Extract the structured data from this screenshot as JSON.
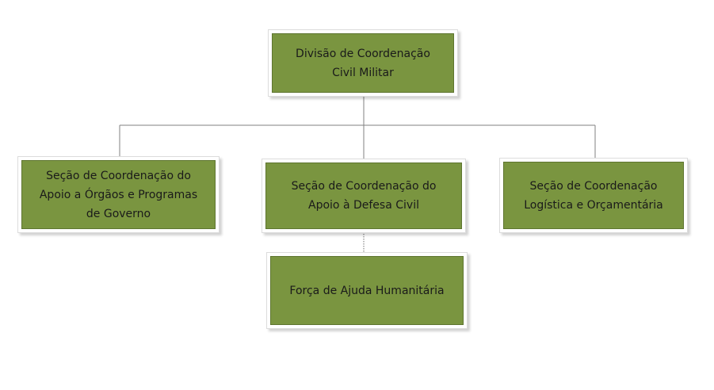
{
  "colors": {
    "box_fill": "#7a9540",
    "box_border": "#5e7530",
    "connector": "#808080"
  },
  "nodes": {
    "root": {
      "label": "Divisão de Coordenação\nCivil Militar"
    },
    "sec_apoio_orgaos": {
      "label": "Seção de Coordenação do\nApoio a Órgãos e Programas\nde Governo"
    },
    "sec_apoio_defesa": {
      "label": "Seção de Coordenação do\nApoio à Defesa Civil"
    },
    "sec_logistica": {
      "label": "Seção de Coordenação\nLogística e Orçamentária"
    },
    "forca_ajuda": {
      "label": "Força de Ajuda Humanitária"
    }
  }
}
